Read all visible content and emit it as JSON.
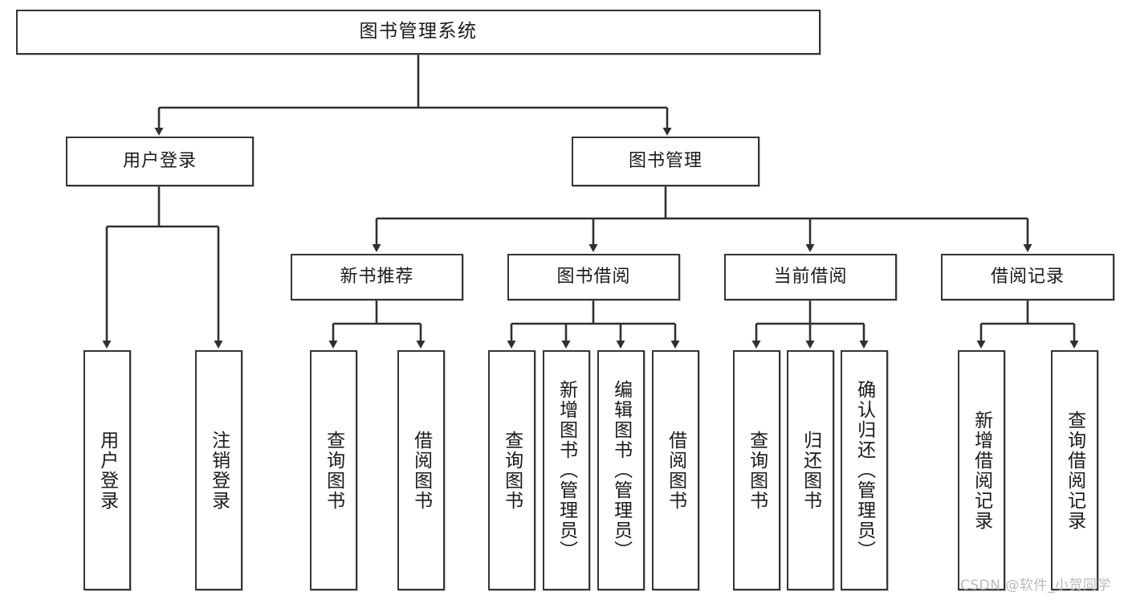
{
  "diagram": {
    "title": "图书管理系统",
    "type": "tree-hierarchy-chart",
    "watermark": "CSDN @软件_小贺同学",
    "colors": {
      "box_border": "#353535",
      "box_fill": "#ffffff",
      "connector": "#2f2f2f",
      "text": "#1a1a1a",
      "watermark": "#b9b9b9",
      "background": "#ffffff"
    },
    "nodes": {
      "root": {
        "label": "图书管理系统"
      },
      "level2": [
        {
          "id": "user-login",
          "label": "用户登录"
        },
        {
          "id": "book-manage",
          "label": "图书管理"
        }
      ],
      "level3": [
        {
          "id": "new-book-recommend",
          "label": "新书推荐"
        },
        {
          "id": "book-borrow",
          "label": "图书借阅"
        },
        {
          "id": "current-borrow",
          "label": "当前借阅"
        },
        {
          "id": "borrow-record",
          "label": "借阅记录"
        }
      ],
      "leaves": {
        "user_login": [
          {
            "id": "leaf-user-login",
            "label": "用户登录"
          },
          {
            "id": "leaf-logout-login",
            "label": "注销登录"
          }
        ],
        "new_book_recommend": [
          {
            "id": "leaf-query-book-1",
            "label": "查询图书"
          },
          {
            "id": "leaf-borrow-book-1",
            "label": "借阅图书"
          }
        ],
        "book_borrow": [
          {
            "id": "leaf-query-book-2",
            "label": "查询图书"
          },
          {
            "id": "leaf-add-book",
            "label": "新增图书（管理员）"
          },
          {
            "id": "leaf-edit-book",
            "label": "编辑图书（管理员）"
          },
          {
            "id": "leaf-borrow-book-2",
            "label": "借阅图书"
          }
        ],
        "current_borrow": [
          {
            "id": "leaf-query-book-3",
            "label": "查询图书"
          },
          {
            "id": "leaf-return-book",
            "label": "归还图书"
          },
          {
            "id": "leaf-confirm-return",
            "label": "确认归还（管理员）"
          }
        ],
        "borrow_record": [
          {
            "id": "leaf-add-borrow-record",
            "label": "新增借阅记录"
          },
          {
            "id": "leaf-query-borrow-record",
            "label": "查询借阅记录"
          }
        ]
      }
    }
  }
}
